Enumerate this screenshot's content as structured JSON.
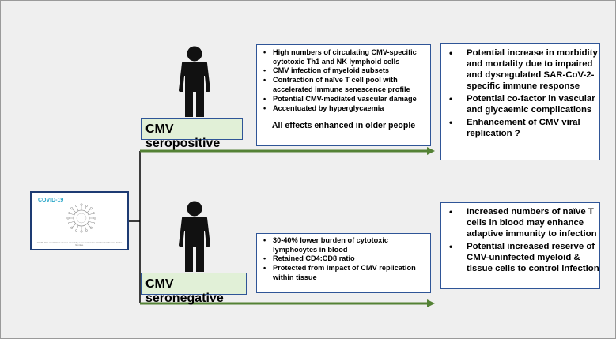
{
  "covid_card": {
    "title": "COVID-19",
    "caption": "COVID-19 is an infectious disease caused by a new coronavirus introduced to humans for the first time."
  },
  "seropositive": {
    "label": "CMV seropositive",
    "effects": [
      "High numbers of circulating CMV-specific cytotoxic Th1 and NK lymphoid cells",
      "CMV infection of myeloid subsets",
      "Contraction of naïve T cell pool with accelerated immune senescence profile",
      "Potential CMV-mediated vascular damage",
      "Accentuated by hyperglycaemia"
    ],
    "note": "All effects enhanced in older people",
    "outcomes": [
      "Potential increase in morbidity and mortality due to impaired and dysregulated SAR-CoV-2-specific immune response",
      "Potential co-factor in vascular and glycaemic complications",
      "Enhancement of CMV viral replication ?"
    ]
  },
  "seronegative": {
    "label": "CMV seronegative",
    "effects": [
      "30-40% lower burden of cytotoxic lymphocytes in blood",
      "Retained CD4:CD8 ratio",
      "Protected from impact of CMV replication within tissue"
    ],
    "outcomes": [
      "Increased numbers of naïve T cells in blood may enhance adaptive immunity to infection",
      "Potential increased reserve of CMV-uninfected myeloid & tissue cells to control infection"
    ]
  },
  "colors": {
    "arrow": "#548235",
    "box_border": "#2f5597",
    "label_fill": "#e1f0d7",
    "person": "#111111"
  },
  "icons": [
    "person-icon",
    "coronavirus-icon",
    "arrow-right-icon"
  ]
}
